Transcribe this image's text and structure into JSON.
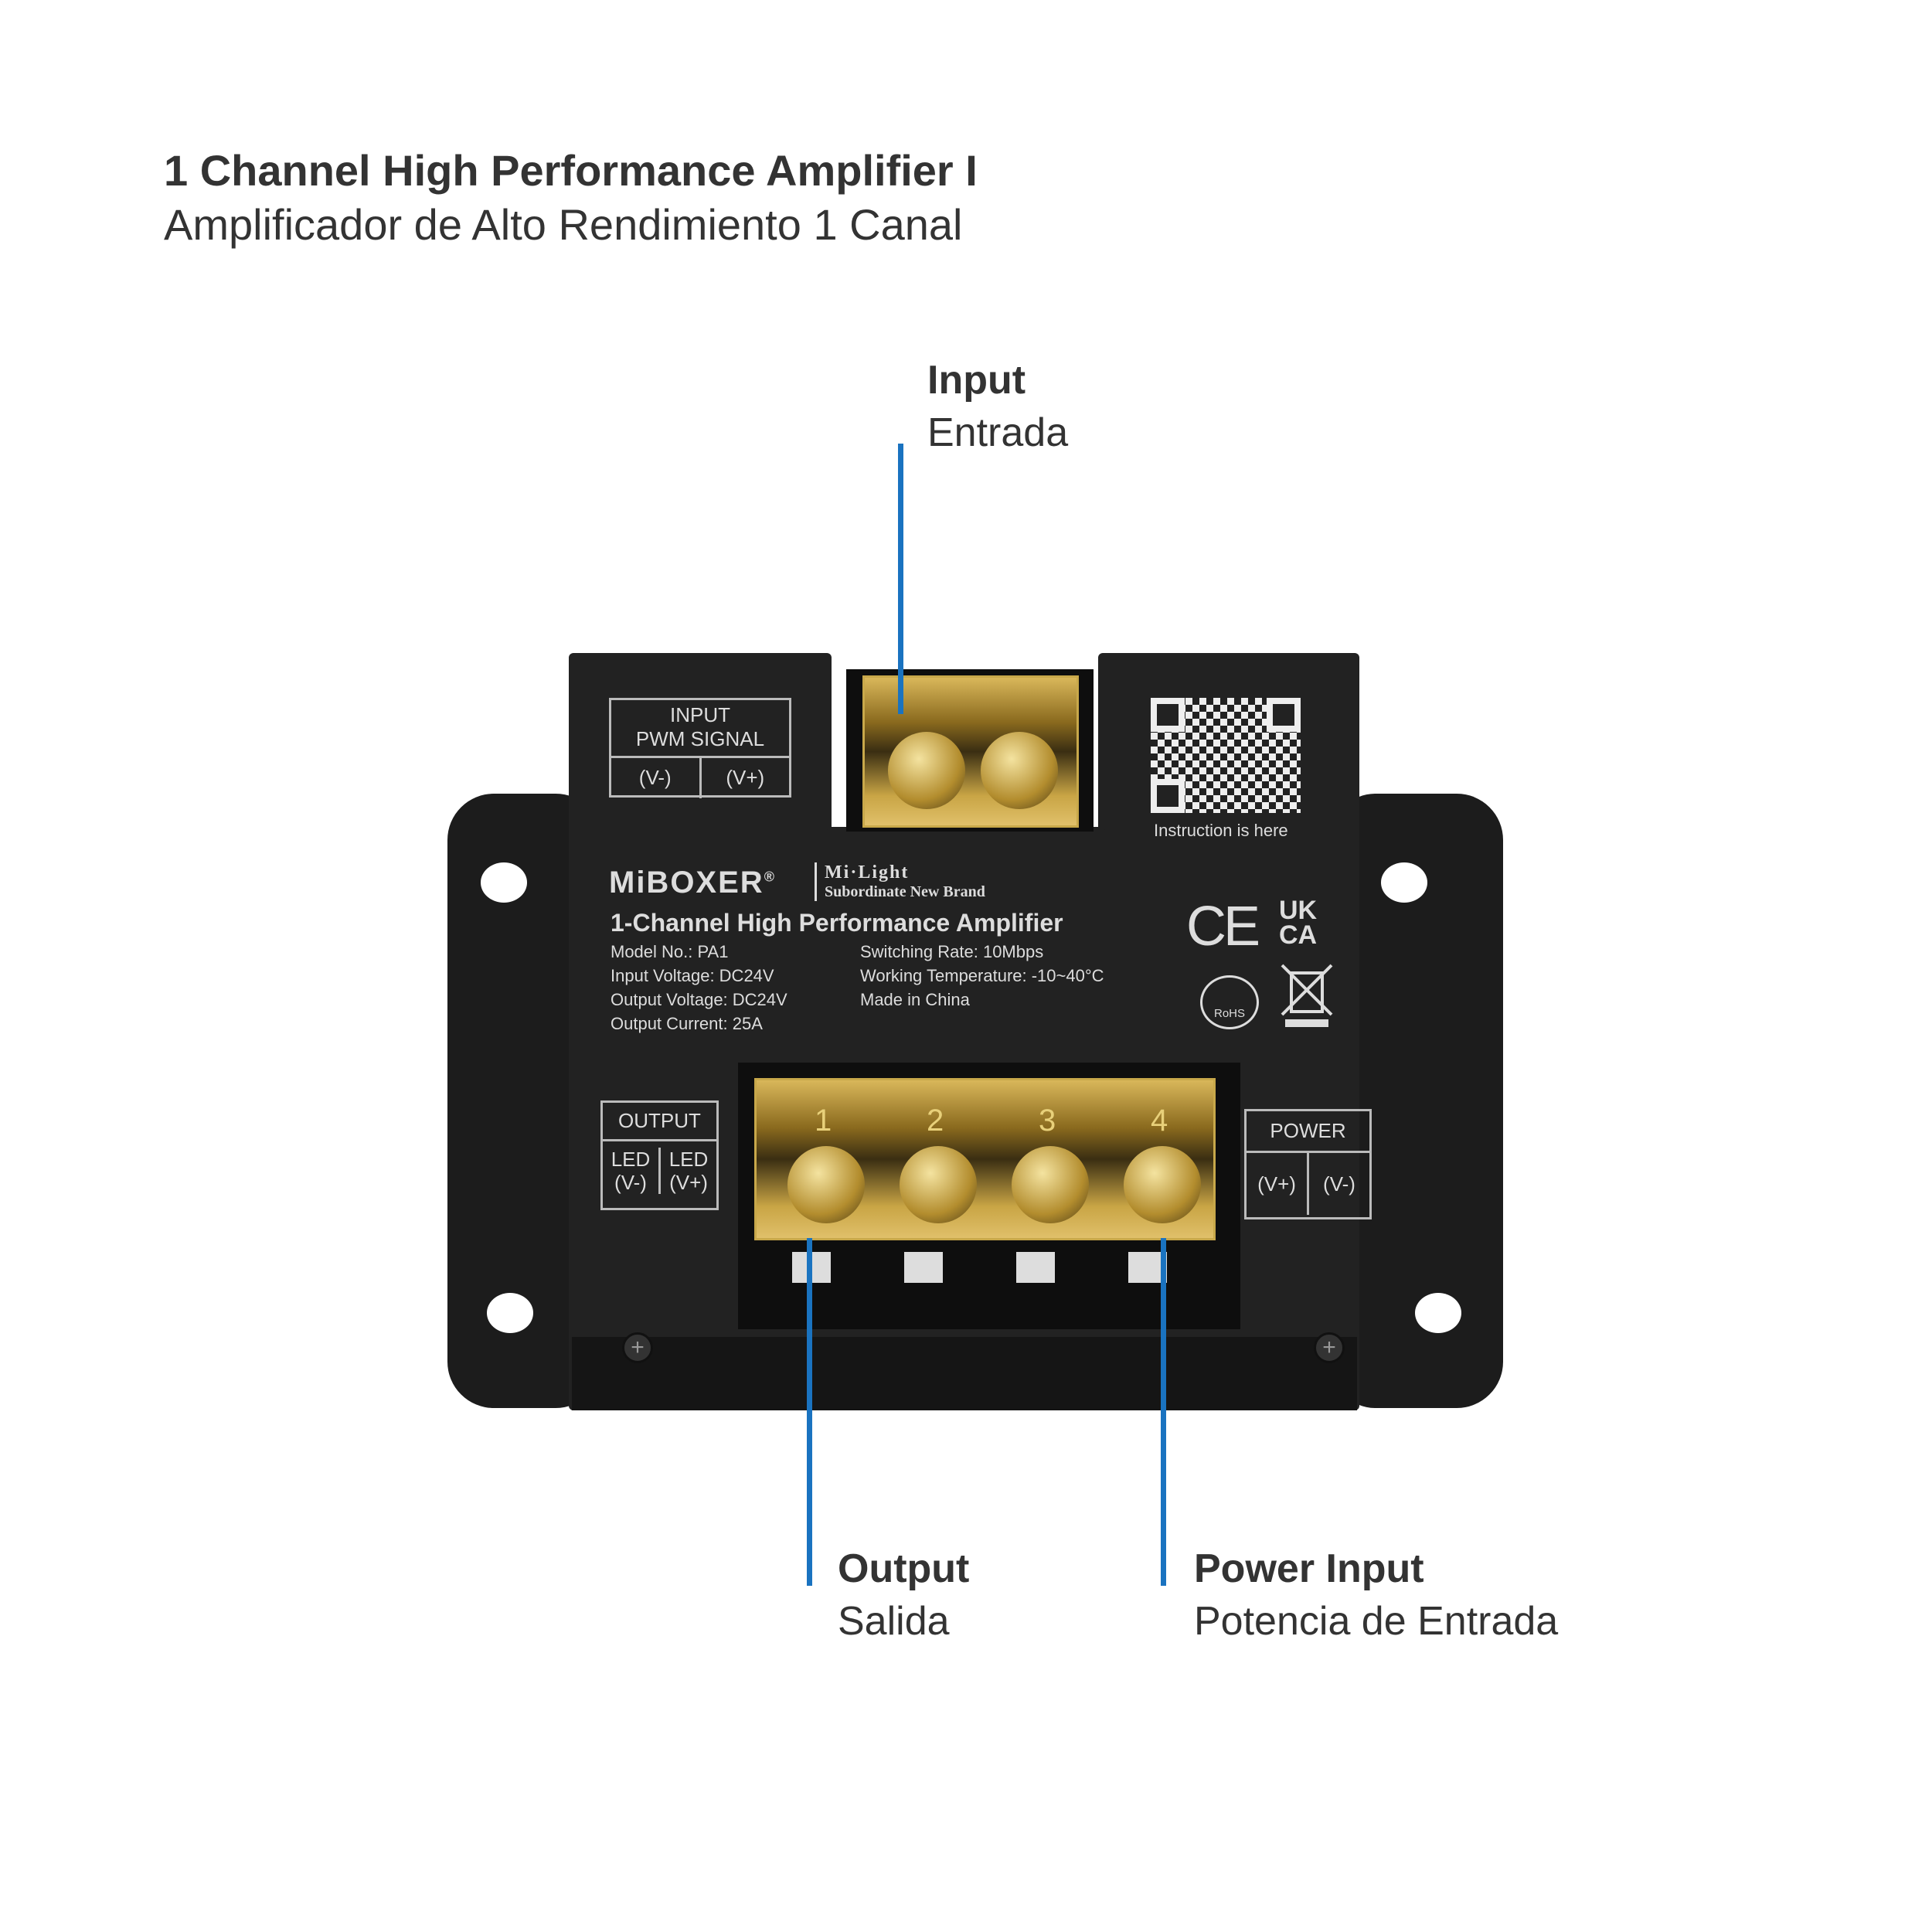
{
  "header": {
    "title_en": "1 Channel High Performance Amplifier I",
    "title_es": "Amplificador de Alto Rendimiento 1 Canal"
  },
  "callouts": {
    "input": {
      "en": "Input",
      "es": "Entrada"
    },
    "output": {
      "en": "Output",
      "es": "Salida"
    },
    "power": {
      "en": "Power Input",
      "es": "Potencia de Entrada"
    }
  },
  "accent_color": "#1a73c0",
  "device": {
    "input_box": {
      "title1": "INPUT",
      "title2": "PWM SIGNAL",
      "left": "(V-)",
      "right": "(V+)"
    },
    "output_box": {
      "title": "OUTPUT",
      "left1": "LED",
      "left2": "(V-)",
      "right1": "LED",
      "right2": "(V+)"
    },
    "power_box": {
      "title": "POWER",
      "left": "(V+)",
      "right": "(V-)"
    },
    "qr_caption": "Instruction is here",
    "brand": "MiBOXER",
    "brand_mark": "®",
    "sub_brand": "Mi·Light",
    "sub_brand_caption": "Subordinate New Brand",
    "product_name": "1-Channel High Performance Amplifier",
    "specs_left": [
      "Model No.: PA1",
      "Input Voltage: DC24V",
      "Output Voltage: DC24V",
      "Output Current: 25A"
    ],
    "specs_right": [
      "Switching Rate: 10Mbps",
      "Working Temperature: -10~40°C",
      "Made in China"
    ],
    "cert_ce": "CE",
    "cert_ukca1": "UK",
    "cert_ukca2": "CA",
    "cert_rohs": "RoHS",
    "terminal_numbers": [
      "1",
      "2",
      "3",
      "4"
    ],
    "icons": [
      "qr-code",
      "ce-mark",
      "ukca-mark",
      "rohs-icon",
      "weee-bin-icon",
      "screw-icon"
    ]
  }
}
